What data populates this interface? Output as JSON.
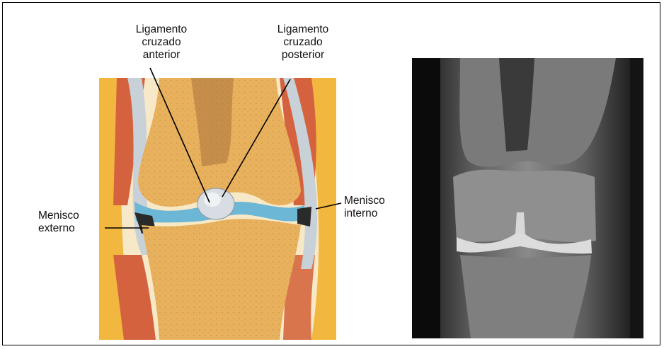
{
  "labels": {
    "anterior_cruciate": {
      "line1": "Ligamento",
      "line2": "cruzado",
      "line3": "anterior"
    },
    "posterior_cruciate": {
      "line1": "Ligamento",
      "line2": "cruzado",
      "line3": "posterior"
    },
    "lateral_meniscus": {
      "line1": "Menisco",
      "line2": "externo"
    },
    "medial_meniscus": {
      "line1": "Menisco",
      "line2": "interno"
    }
  },
  "colors": {
    "bone": "#e9b15d",
    "muscle": "#d7623f",
    "fat": "#f4cf6a",
    "cartilage": "#6cb6d6",
    "ligament": "#c9d2d8",
    "mri_dark": "#141414",
    "mri_mid": "#6c6c6c"
  }
}
